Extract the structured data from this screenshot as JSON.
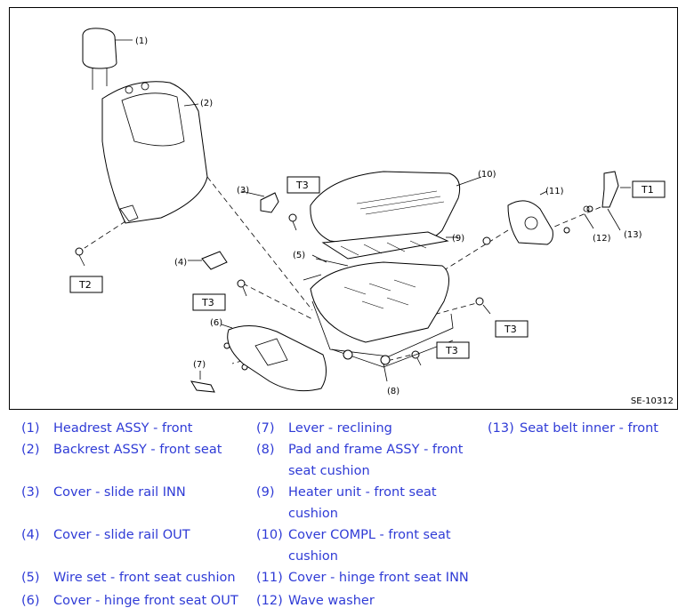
{
  "figure": {
    "code": "SE-10312",
    "callouts": [
      "(1)",
      "(2)",
      "(3)",
      "(4)",
      "(5)",
      "(6)",
      "(7)",
      "(8)",
      "(9)",
      "(10)",
      "(11)",
      "(12)",
      "(13)"
    ],
    "torque_labels": {
      "t1": "T1",
      "t2": "T2",
      "t3": "T3"
    }
  },
  "legend": [
    {
      "num": "(1)",
      "lines": [
        "Headrest ASSY - front"
      ]
    },
    {
      "num": "(2)",
      "lines": [
        "Backrest ASSY - front seat"
      ]
    },
    {
      "num": "(3)",
      "lines": [
        "Cover - slide rail INN"
      ]
    },
    {
      "num": "(4)",
      "lines": [
        "Cover - slide rail OUT"
      ]
    },
    {
      "num": "(5)",
      "lines": [
        "Wire set - front seat cushion"
      ]
    },
    {
      "num": "(6)",
      "lines": [
        "Cover - hinge front seat OUT"
      ]
    },
    {
      "num": "(7)",
      "lines": [
        "Lever - reclining"
      ]
    },
    {
      "num": "(8)",
      "lines": [
        "Pad and frame ASSY - front",
        "seat cushion"
      ]
    },
    {
      "num": "(9)",
      "lines": [
        "Heater unit - front seat",
        "cushion"
      ]
    },
    {
      "num": "(10)",
      "lines": [
        "Cover COMPL - front seat",
        "cushion"
      ]
    },
    {
      "num": "(11)",
      "lines": [
        "Cover - hinge front seat INN"
      ]
    },
    {
      "num": "(12)",
      "lines": [
        "Wave washer"
      ]
    },
    {
      "num": "(13)",
      "lines": [
        "Seat belt inner - front"
      ]
    }
  ]
}
